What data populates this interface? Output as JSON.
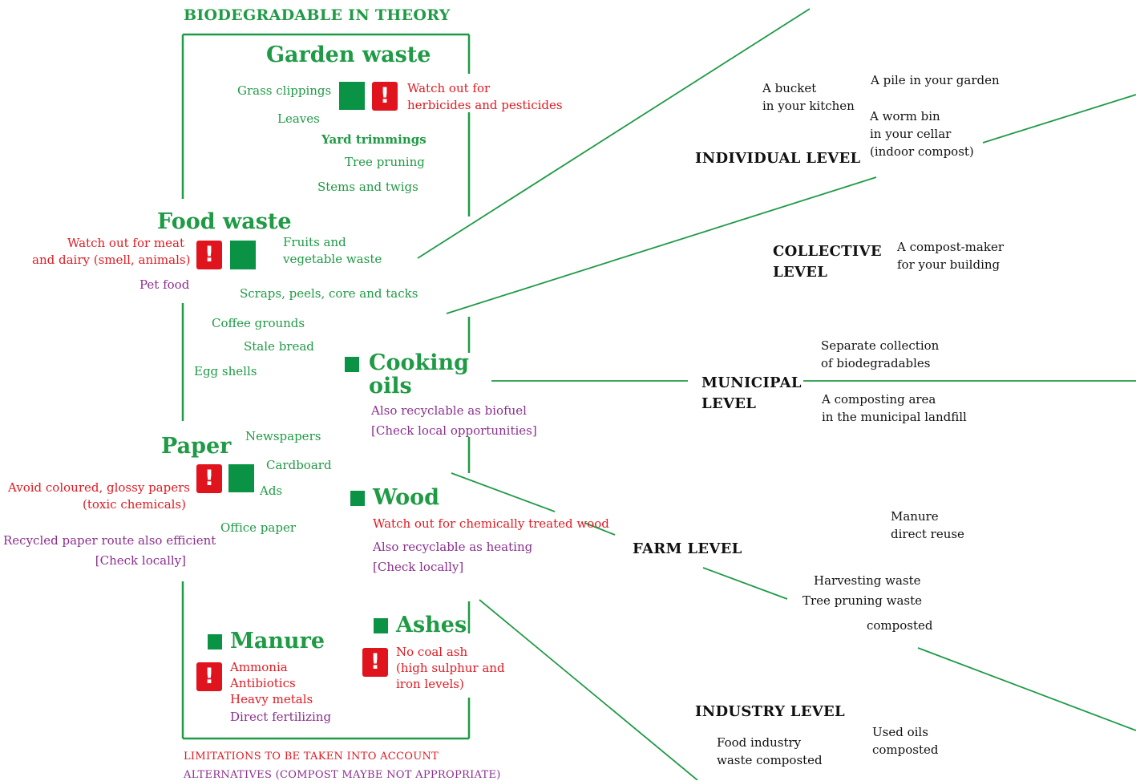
{
  "title": "BIODEGRADABLE IN THEORY",
  "garden": {
    "heading": "Garden waste",
    "items": [
      "Grass clippings",
      "Leaves",
      "Tree pruning",
      "Stems and twigs"
    ],
    "subheading": "Yard trimmings",
    "warning": [
      "Watch out for",
      "herbicides and pesticides"
    ]
  },
  "food": {
    "heading": "Food waste",
    "warning": [
      "Watch out for meat",
      "and dairy (smell, animals)"
    ],
    "alternative": "Pet food",
    "items": {
      "fruits": [
        "Fruits and",
        "vegetable waste"
      ],
      "scraps": "Scraps, peels, core and tacks",
      "coffee": "Coffee grounds",
      "bread": "Stale bread",
      "eggs": "Egg shells"
    }
  },
  "cooking_oils": {
    "heading": [
      "Cooking",
      "oils"
    ],
    "alternative": [
      "Also recyclable as biofuel",
      "[Check local opportunities]"
    ]
  },
  "paper": {
    "heading": "Paper",
    "items": [
      "Newspapers",
      "Cardboard",
      "Ads",
      "Office paper"
    ],
    "warning": [
      "Avoid coloured, glossy papers",
      "(toxic chemicals)"
    ],
    "alternative": [
      "Recycled paper route also efficient",
      "[Check locally]"
    ]
  },
  "wood": {
    "heading": "Wood",
    "warning": "Watch out for chemically treated wood",
    "alternative": [
      "Also recyclable as heating",
      "[Check locally]"
    ]
  },
  "manure": {
    "heading": "Manure",
    "warning": [
      "Ammonia",
      "Antibiotics",
      "Heavy metals"
    ],
    "alternative": "Direct fertilizing"
  },
  "ashes": {
    "heading": "Ashes",
    "warning": [
      "No coal ash",
      "(high sulphur and",
      "iron levels)"
    ]
  },
  "legend": {
    "limitations": "LIMITATIONS TO BE TAKEN INTO ACCOUNT",
    "alternatives": "ALTERNATIVES (COMPOST MAYBE NOT APPROPRIATE)"
  },
  "levels": {
    "individual": {
      "label": "INDIVIDUAL LEVEL",
      "options": [
        [
          "A bucket",
          "in your kitchen"
        ],
        [
          "A pile in your garden"
        ],
        [
          "A worm bin",
          "in your cellar",
          "(indoor compost)"
        ]
      ]
    },
    "collective": {
      "label": [
        "COLLECTIVE",
        "LEVEL"
      ],
      "options": [
        [
          "A compost-maker",
          "for your building"
        ]
      ]
    },
    "municipal": {
      "label": [
        "MUNICIPAL",
        "LEVEL"
      ],
      "options": [
        [
          "Separate collection",
          "of  biodegradables"
        ],
        [
          "A composting area",
          "in the municipal landfill"
        ]
      ]
    },
    "farm": {
      "label": "FARM LEVEL",
      "options": [
        [
          "Manure",
          "direct reuse"
        ],
        [
          "Harvesting waste"
        ],
        [
          "Tree pruning waste"
        ],
        [
          "composted"
        ]
      ]
    },
    "industry": {
      "label": "INDUSTRY LEVEL",
      "options": [
        [
          "Food industry",
          "waste composted"
        ],
        [
          "Used oils",
          "composted"
        ]
      ]
    }
  },
  "colors": {
    "green": "#1f9a45",
    "red": "#e01a22",
    "purple": "#8b2f8f",
    "square_green": "#0a9344",
    "black": "#111111"
  }
}
